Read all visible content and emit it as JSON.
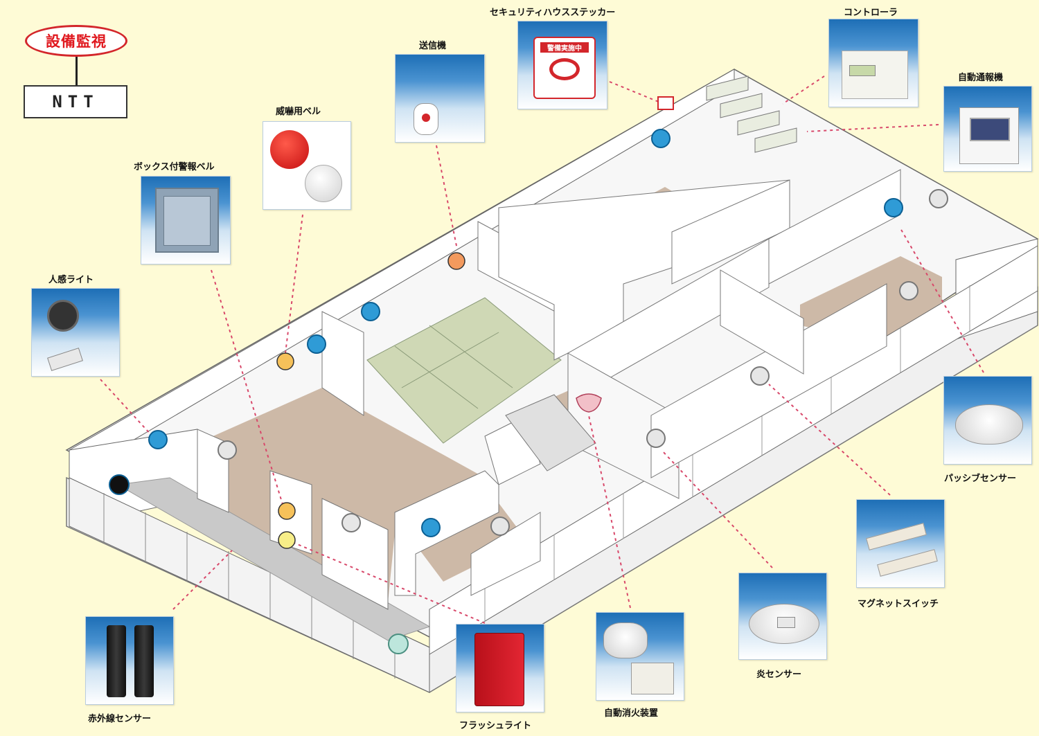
{
  "monitoring": {
    "label": "設備監視",
    "provider": "NTT"
  },
  "devices": [
    {
      "id": "security-sticker",
      "label": "セキュリティハウスステッカー"
    },
    {
      "id": "controller",
      "label": "コントローラ"
    },
    {
      "id": "auto-dialer",
      "label": "自動通報機"
    },
    {
      "id": "transmitter",
      "label": "送信機"
    },
    {
      "id": "alarm-bell",
      "label": "威嚇用ベル"
    },
    {
      "id": "box-bell",
      "label": "ボックス付警報ベル"
    },
    {
      "id": "motion-light",
      "label": "人感ライト"
    },
    {
      "id": "passive-sensor",
      "label": "パッシブセンサー"
    },
    {
      "id": "magnet-switch",
      "label": "マグネットスイッチ"
    },
    {
      "id": "fire-sensor",
      "label": "炎センサー"
    },
    {
      "id": "fire-extinguisher",
      "label": "自動消火装置"
    },
    {
      "id": "flash-light",
      "label": "フラッシュライト"
    },
    {
      "id": "infrared-sensor",
      "label": "赤外線センサー"
    }
  ],
  "sticker": {
    "text": "警備実施中"
  },
  "colors": {
    "accent": "#e0181e",
    "leader": "#d8486a",
    "floor": "#cdb9a7",
    "tatami": "#cfd8b5",
    "background": "#fefbd6"
  }
}
